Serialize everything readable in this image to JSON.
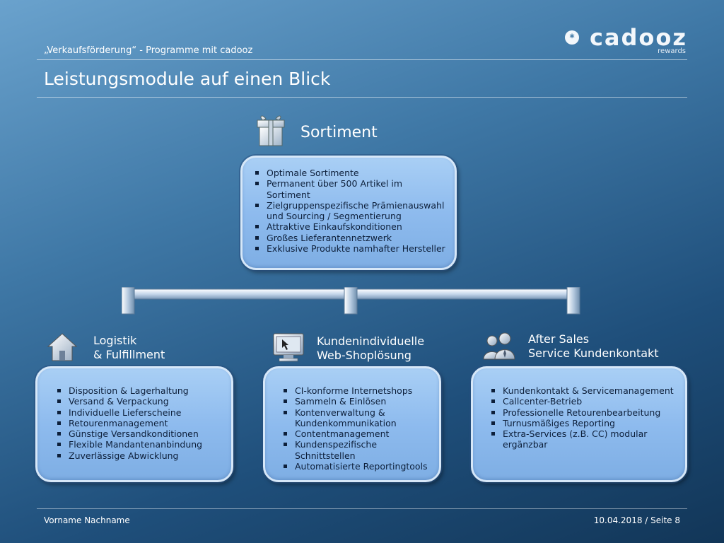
{
  "header": {
    "subtitle": "„Verkaufsförderung“ -  Programme mit cadooz",
    "title": "Leistungsmodule auf einen Blick"
  },
  "logo": {
    "name": "cadooz",
    "tagline": "rewards"
  },
  "sortiment": {
    "heading": "Sortiment",
    "icon": "gift-icon",
    "items": [
      "Optimale Sortimente",
      "Permanent über 500 Artikel im Sortiment",
      "Zielgruppenspezifische Prämienauswahl und Sourcing / Segmentierung",
      "Attraktive Einkaufskonditionen",
      "Großes Lieferantennetzwerk",
      "Exklusive Produkte namhafter Hersteller"
    ]
  },
  "logistik": {
    "heading_line1": "Logistik",
    "heading_line2": "& Fulfillment",
    "icon": "house-icon",
    "items": [
      "Disposition & Lagerhaltung",
      "Versand & Verpackung",
      "Individuelle Lieferscheine",
      "Retourenmanagement",
      "Günstige Versandkonditionen",
      "Flexible Mandantenanbindung",
      "Zuverlässige Abwicklung"
    ]
  },
  "webshop": {
    "heading_line1": "Kundenindividuelle",
    "heading_line2": "Web-Shoplösung",
    "icon": "monitor-cursor-icon",
    "items": [
      "CI-konforme Internetshops",
      "Sammeln & Einlösen",
      "Kontenverwaltung & Kundenkommunikation",
      "Contentmanagement",
      "Kundenspezifische Schnittstellen",
      "Automatisierte Reportingtools"
    ]
  },
  "aftersales": {
    "heading_line1": "After Sales",
    "heading_line2": "Service Kundenkontakt",
    "icon": "people-icon",
    "items": [
      "Kundenkontakt & Servicemanagement",
      "Callcenter-Betrieb",
      "Professionelle Retourenbearbeitung",
      "Turnusmäßiges Reporting",
      "Extra-Services (z.B. CC) modular ergänzbar"
    ]
  },
  "footer": {
    "author": "Vorname Nachname",
    "date_page": "10.04.2018 / Seite 8"
  },
  "colors": {
    "box_fill": "#8ebbee",
    "box_border": "#d6e7f8",
    "text_dark": "#0d1f3a"
  }
}
